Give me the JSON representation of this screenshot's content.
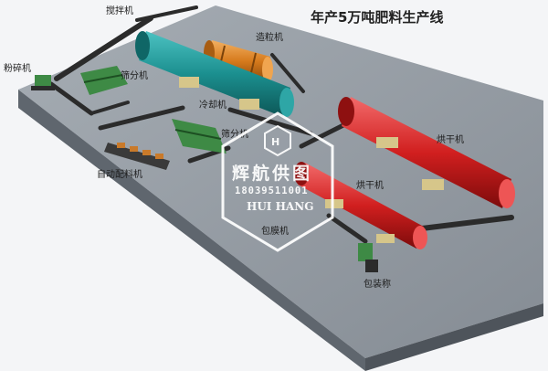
{
  "title": "年产5万吨肥料生产线",
  "labels": {
    "mixer": "搅拌机",
    "crusher": "粉碎机",
    "granulator": "造粒机",
    "screener_upper": "筛分机",
    "cooler": "冷却机",
    "screener_lower": "筛分机",
    "auto_batching": "自动配料机",
    "dryer_right": "烘干机",
    "dryer_mid": "烘干机",
    "coater": "包膜机",
    "packer": "包装称"
  },
  "watermark": {
    "brand_cn": "辉航供图",
    "phone": "18039511001",
    "brand_en": "HUI HANG"
  },
  "colors": {
    "platform_top": "#8f969e",
    "platform_front": "#5f666e",
    "drum_teal": "#1b8f8f",
    "drum_orange": "#d67a1c",
    "drum_red": "#d11f1f",
    "equipment_green": "#3e8a45",
    "conveyor": "#2b2b2b"
  }
}
